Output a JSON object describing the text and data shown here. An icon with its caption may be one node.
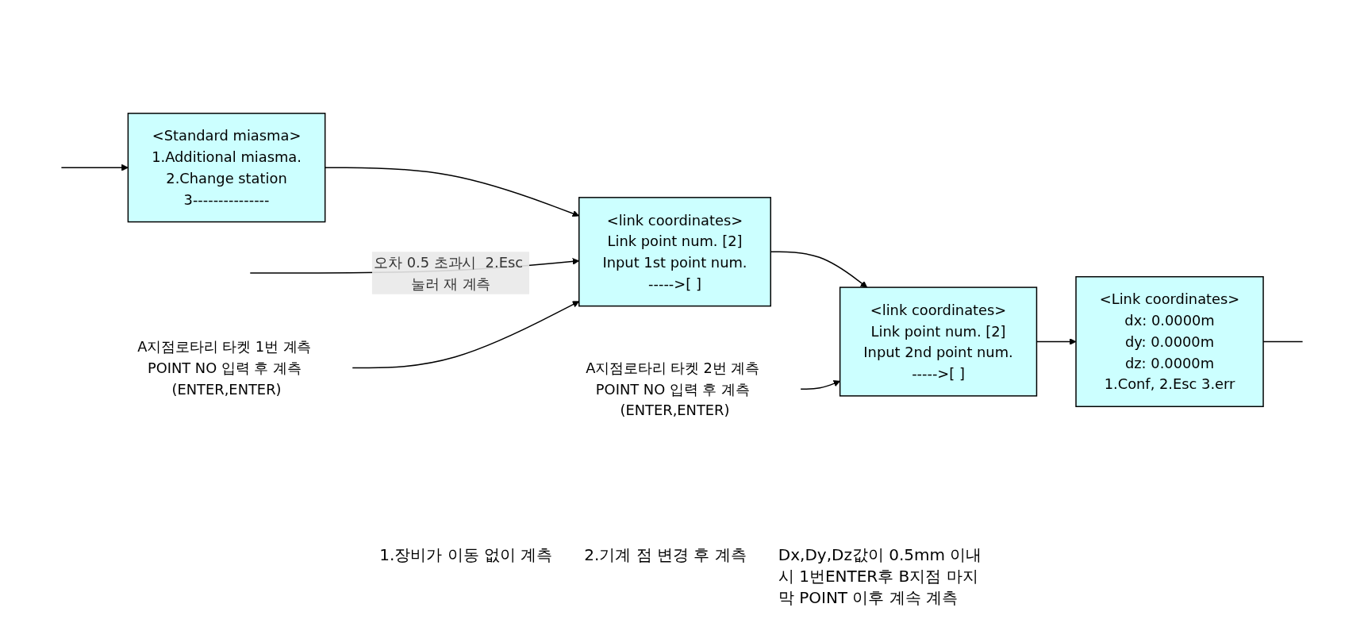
{
  "diagram": {
    "nodes": [
      {
        "text": [
          "<Standard miasma>",
          "1.Additional miasma.",
          "2.Change station",
          "3---------------"
        ]
      },
      {
        "text": [
          "<link coordinates>",
          "Link point num. [2]",
          "Input 1st point num.",
          "----->[    ]"
        ]
      },
      {
        "text": [
          "<link coordinates>",
          "Link point num. [2]",
          "Input 2nd point num.",
          "----->[   ]"
        ]
      },
      {
        "text": [
          "<Link coordinates>",
          "dx:  0.0000m",
          "dy:  0.0000m",
          "dz:  0.0000m",
          "1.Conf, 2.Esc 3.err"
        ]
      },
      {
        "text": [
          "A지점로타리 타켓 1번 계측 POINT NO 입력 후 계측 (ENTER,ENTER)"
        ]
      },
      {
        "text": [
          "A지점로타리 타켓 2번 계측 POINT NO 입력 후 계측 (ENTER,ENTER)"
        ]
      }
    ],
    "edges": [
      {
        "from": null,
        "to": 0,
        "arrow": "to"
      },
      {
        "from": 0,
        "to": 1,
        "arrow": "to"
      },
      {
        "from": 1,
        "to": 2,
        "arrow": "to"
      },
      {
        "from": 2,
        "to": 3,
        "arrow": "to"
      },
      {
        "from": 3,
        "to": null,
        "arrow": "none"
      },
      {
        "from": null,
        "to": 1,
        "arrow": "to",
        "label": "오차 0.5 초과시  2.Esc 눌러 재 계측"
      },
      {
        "from": 4,
        "to": 1,
        "arrow": "to"
      },
      {
        "from": 5,
        "to": 2,
        "arrow": "to"
      }
    ],
    "labels": [
      "1.장비가 이동 없이 계측",
      "2.기계 점 변경 후 계측",
      "Dx,Dy,Dz값이 0.5mm 이내 시 1번ENTER후 B지점 마지막 POINT 이후 계속 계측"
    ]
  }
}
